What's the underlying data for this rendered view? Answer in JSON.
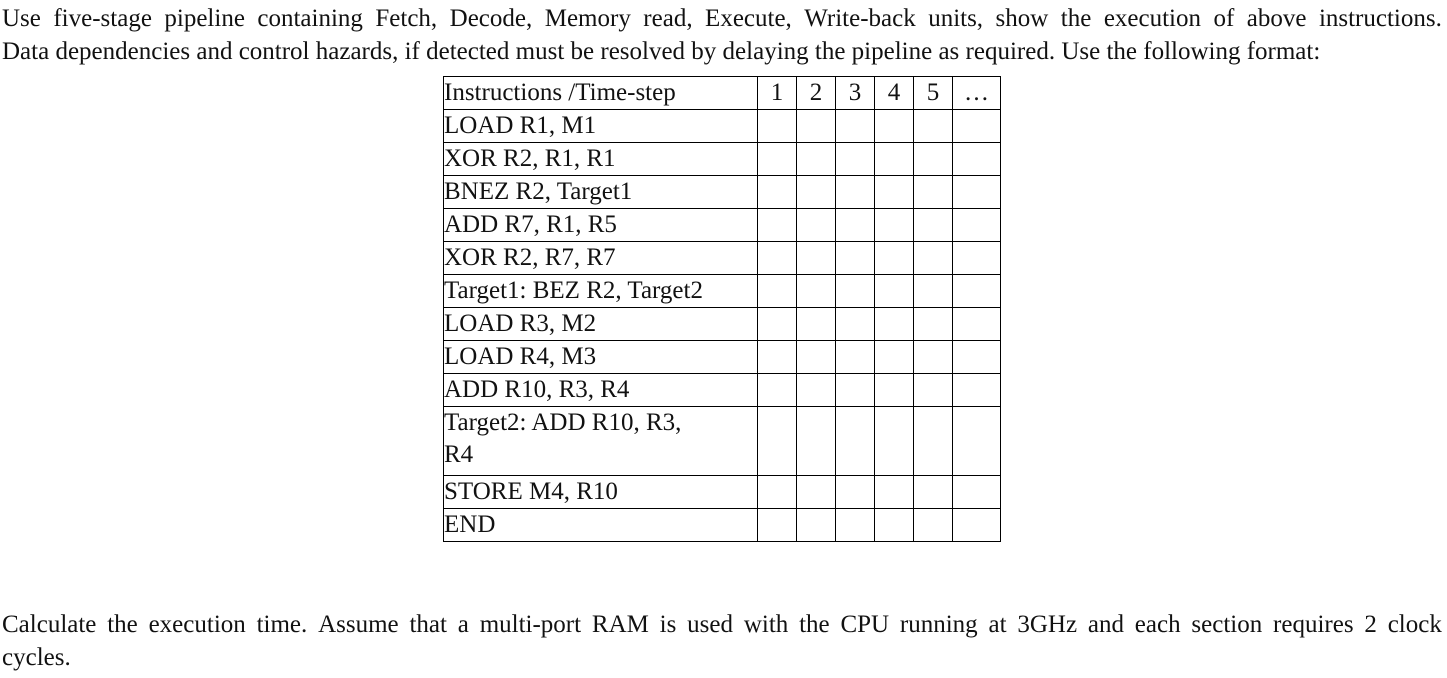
{
  "document": {
    "intro_paragraph": {
      "line1_words": [
        "Use",
        "five-stage",
        "pipeline",
        "containing",
        "Fetch,",
        "Decode,",
        "Memory",
        "read,",
        "Execute,",
        "Write-back",
        "units,",
        "show",
        "the",
        "execution",
        "of",
        "above",
        "instructions."
      ],
      "line2": "Data dependencies and control hazards, if detected must be resolved by delaying the pipeline as required. Use the following format:",
      "full_text": "Use five-stage pipeline containing Fetch, Decode, Memory read, Execute, Write-back units, show the execution of above instructions. Data dependencies and control hazards, if detected must be resolved by delaying the pipeline as required. Use the following format:"
    },
    "closing_paragraph": {
      "line1_words": [
        "Calculate",
        "the",
        "execution",
        "time.",
        "Assume",
        "that",
        "a",
        "multi-port",
        "RAM",
        "is",
        "used",
        "with",
        "the",
        "CPU",
        "running",
        "at",
        "3GHz",
        "and",
        "each",
        "section",
        "requires",
        "2",
        "clock"
      ],
      "line2": "cycles.",
      "full_text": "Calculate the execution time. Assume that a multi-port RAM is used with the CPU running at 3GHz and each section requires 2 clock cycles."
    }
  },
  "table": {
    "header": {
      "instructions_label": "Instructions /Time-step",
      "time_steps": [
        "1",
        "2",
        "3",
        "4",
        "5",
        "…"
      ]
    },
    "rows": [
      {
        "instruction": "LOAD R1, M1",
        "wrapped": "",
        "tall": false
      },
      {
        "instruction": "XOR R2, R1, R1",
        "wrapped": "",
        "tall": false
      },
      {
        "instruction": "BNEZ R2, Target1",
        "wrapped": "",
        "tall": false
      },
      {
        "instruction": "ADD R7, R1, R5",
        "wrapped": "",
        "tall": false
      },
      {
        "instruction": "XOR R2, R7, R7",
        "wrapped": "",
        "tall": false
      },
      {
        "instruction": "Target1: BEZ R2, Target2",
        "wrapped": "",
        "tall": false
      },
      {
        "instruction": "LOAD R3, M2",
        "wrapped": "",
        "tall": false
      },
      {
        "instruction": "LOAD R4, M3",
        "wrapped": "",
        "tall": false
      },
      {
        "instruction": "ADD R10, R3, R4",
        "wrapped": "",
        "tall": false
      },
      {
        "instruction": "Target2: ADD R10, R3,",
        "wrapped": "R4",
        "tall": true
      },
      {
        "instruction": "STORE M4, R10",
        "wrapped": "",
        "tall": false
      },
      {
        "instruction": "END",
        "wrapped": "",
        "tall": false
      }
    ],
    "cell_values": [
      [
        "",
        "",
        "",
        "",
        "",
        ""
      ],
      [
        "",
        "",
        "",
        "",
        "",
        ""
      ],
      [
        "",
        "",
        "",
        "",
        "",
        ""
      ],
      [
        "",
        "",
        "",
        "",
        "",
        ""
      ],
      [
        "",
        "",
        "",
        "",
        "",
        ""
      ],
      [
        "",
        "",
        "",
        "",
        "",
        ""
      ],
      [
        "",
        "",
        "",
        "",
        "",
        ""
      ],
      [
        "",
        "",
        "",
        "",
        "",
        ""
      ],
      [
        "",
        "",
        "",
        "",
        "",
        ""
      ],
      [
        "",
        "",
        "",
        "",
        "",
        ""
      ],
      [
        "",
        "",
        "",
        "",
        "",
        ""
      ],
      [
        "",
        "",
        "",
        "",
        "",
        ""
      ]
    ]
  },
  "colors": {
    "background": "#ffffff",
    "text": "#111111",
    "border": "#000000"
  }
}
